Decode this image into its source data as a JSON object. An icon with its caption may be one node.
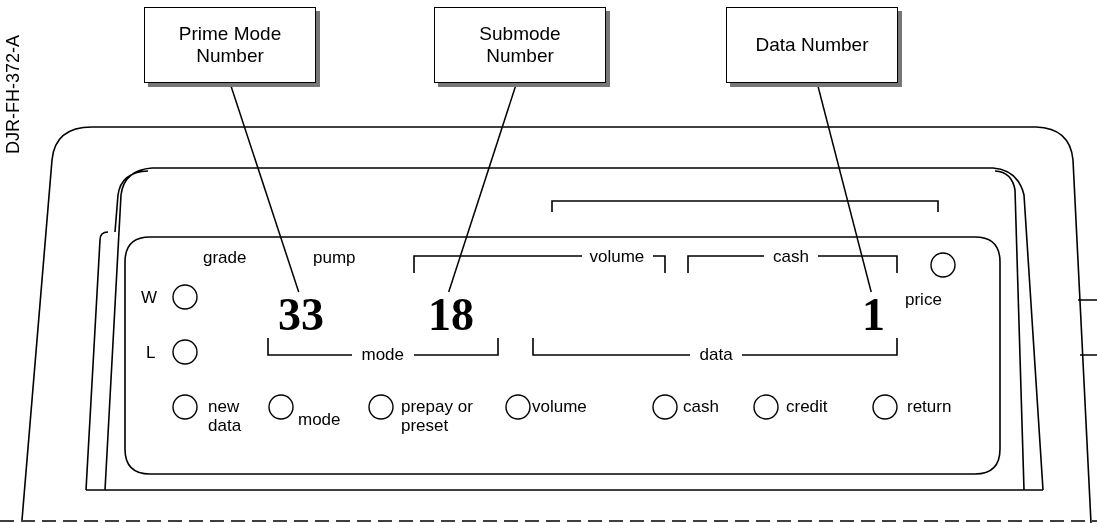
{
  "diagram": {
    "nodes": [
      {
        "text": [
          "Prime Mode Number"
        ]
      },
      {
        "text": [
          "Submode Number"
        ]
      },
      {
        "text": [
          "Data Number"
        ]
      },
      {
        "text": [
          "33"
        ]
      },
      {
        "text": [
          "18"
        ]
      },
      {
        "text": [
          "1"
        ]
      }
    ],
    "edges": [
      {
        "from": 0,
        "to": 3,
        "arrow": "none"
      },
      {
        "from": 1,
        "to": 4,
        "arrow": "none"
      },
      {
        "from": 2,
        "to": 5,
        "arrow": "none"
      }
    ],
    "labels": [
      "DJR-FH-372-A",
      "grade",
      "pump",
      "volume",
      "cash",
      "W",
      "L",
      "mode",
      "data",
      "price",
      "new data",
      "mode",
      "prepay or preset",
      "volume",
      "cash",
      "credit",
      "return"
    ]
  }
}
